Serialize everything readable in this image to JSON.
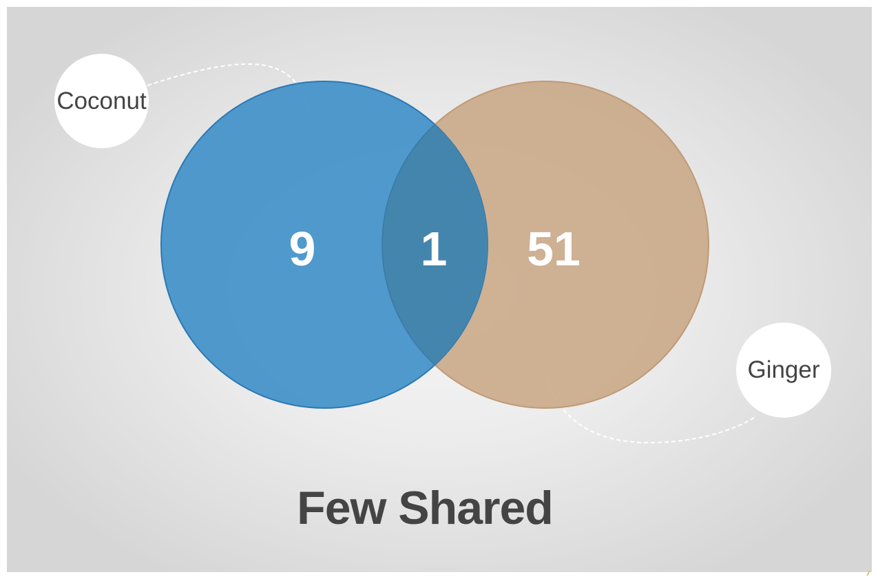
{
  "diagram": {
    "type": "venn",
    "sets": [
      {
        "label": "Coconut",
        "color": "#3d8fc9",
        "only_count": "9"
      },
      {
        "label": "Ginger",
        "color": "#c8a582",
        "only_count": "51"
      }
    ],
    "intersection_count": "1",
    "intersection_color": "#4485ad",
    "title": "Few Shared"
  }
}
